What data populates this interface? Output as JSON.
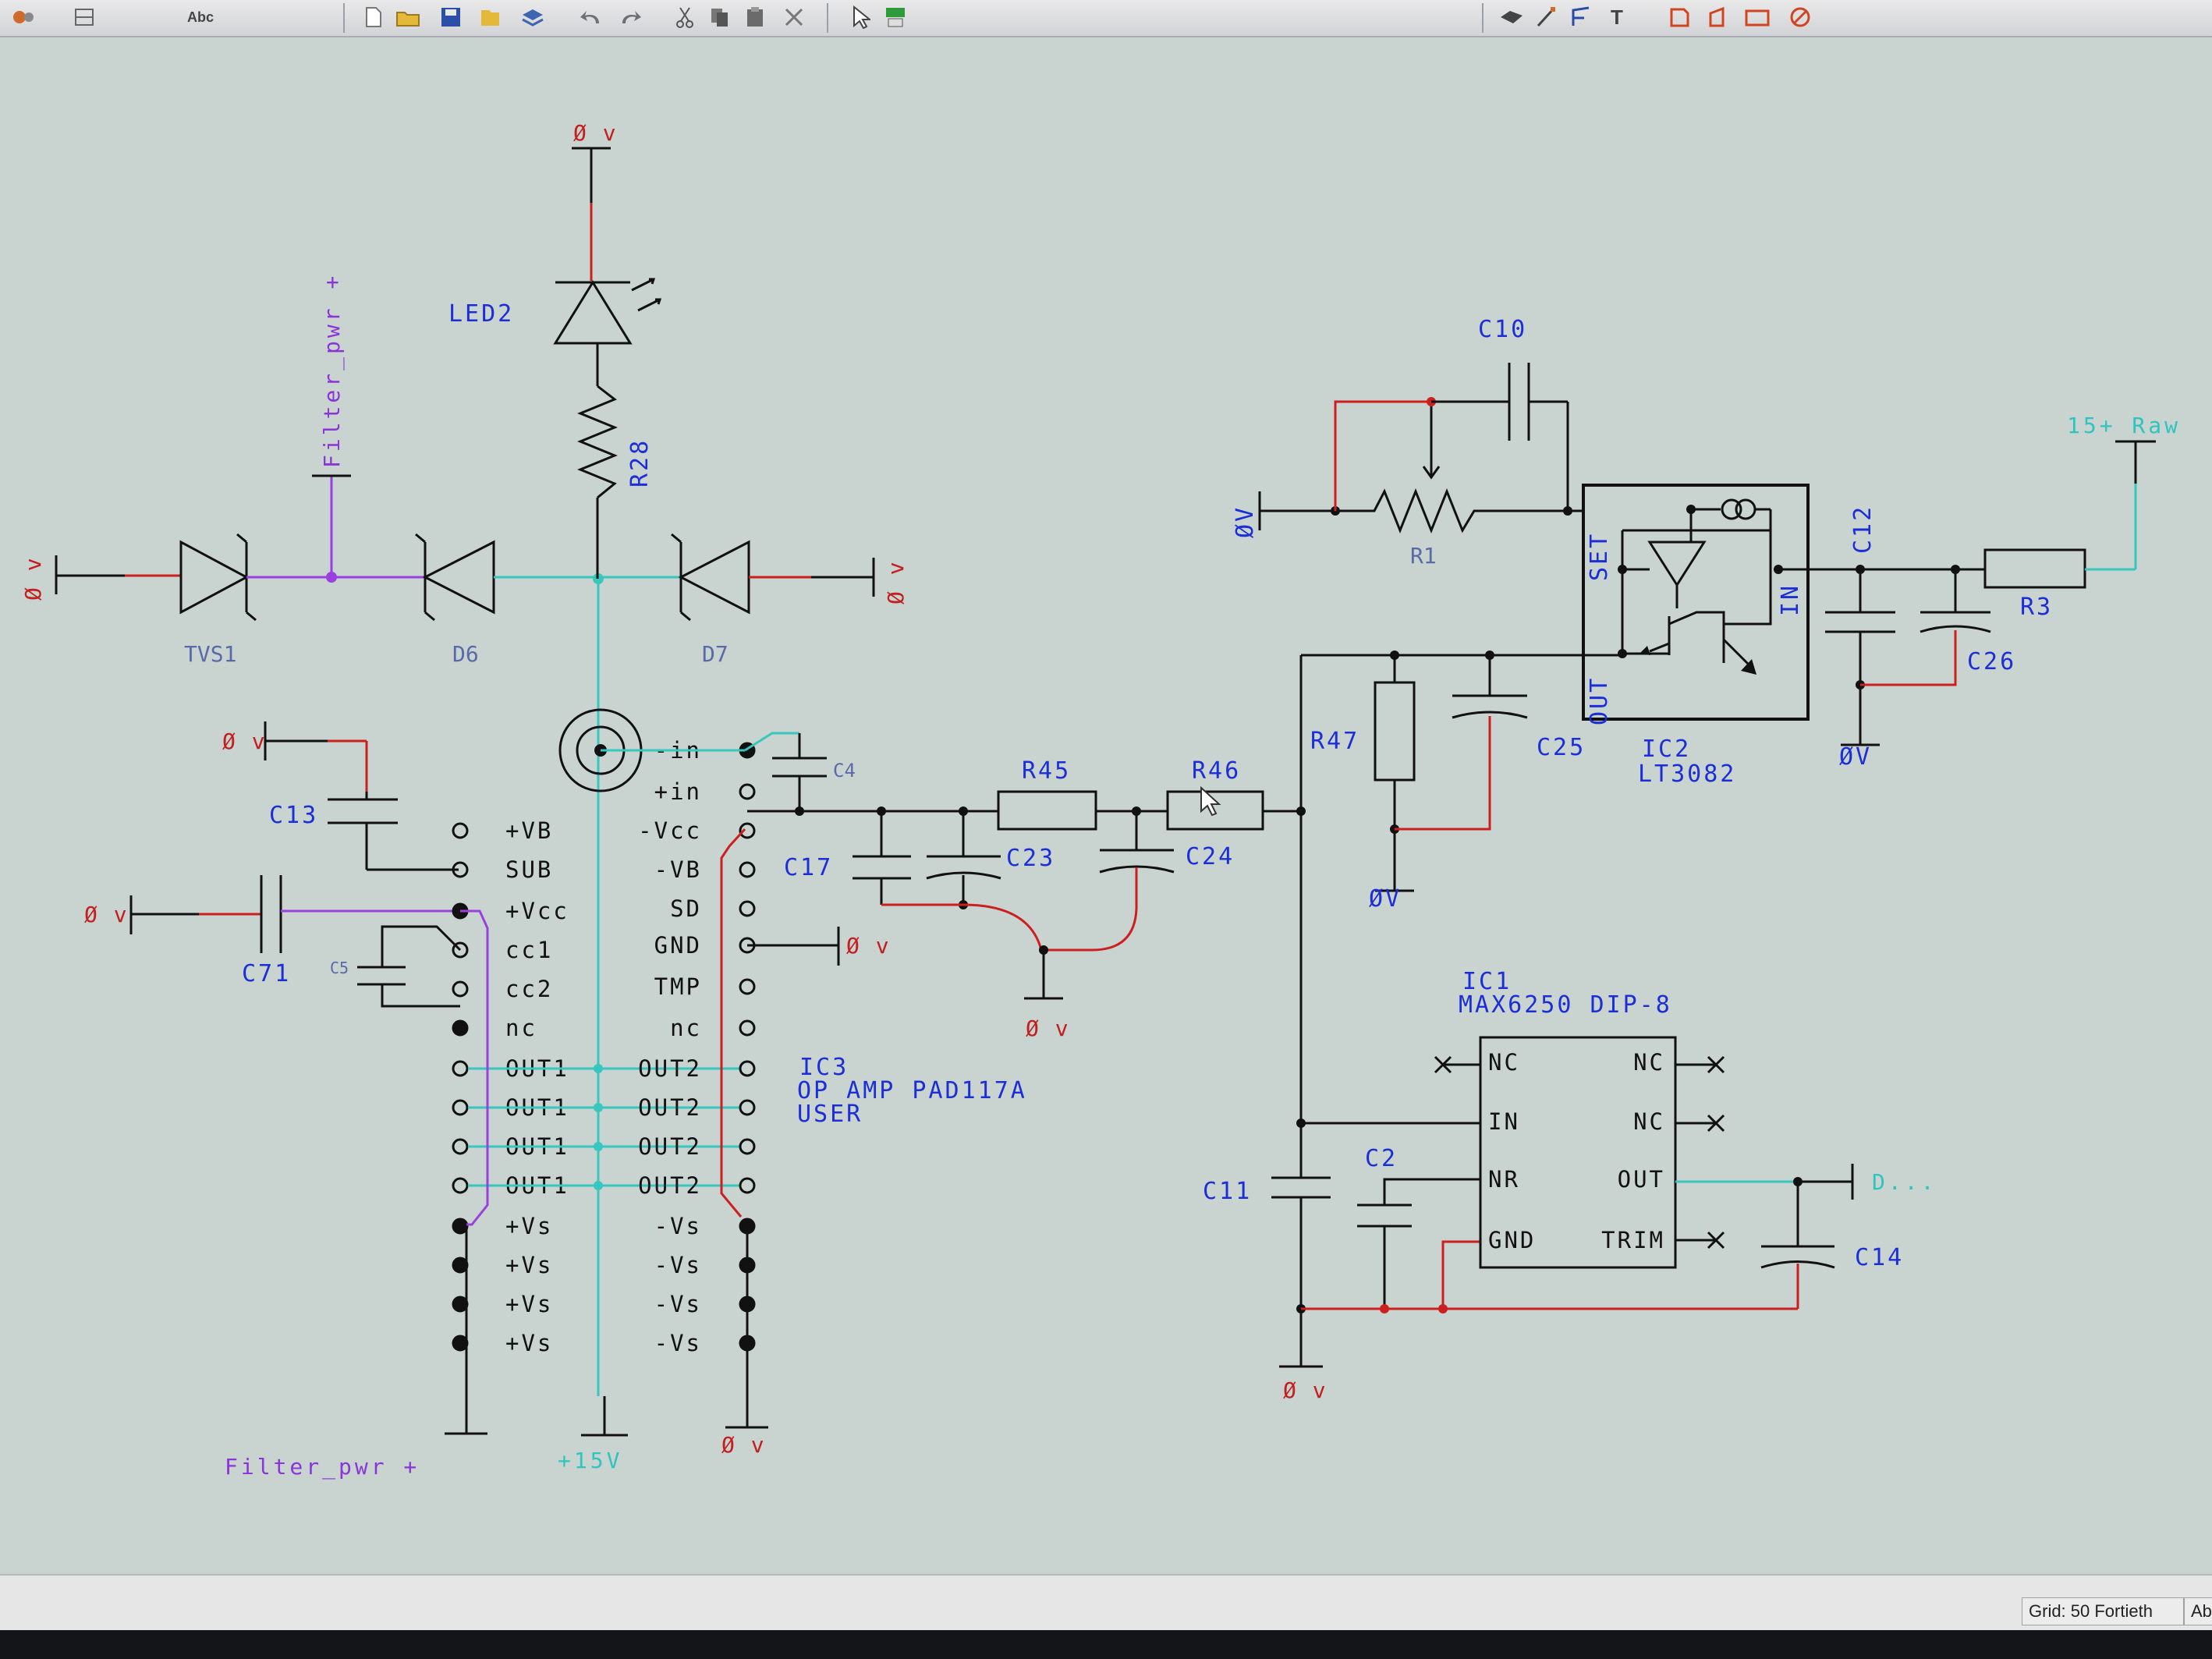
{
  "toolbar": {
    "icons": [
      "abc-text-icon",
      "grid-icon",
      "new-file-icon",
      "open-folder-icon",
      "save-icon",
      "save-as-icon",
      "library-icon",
      "undo-icon",
      "redo-icon",
      "cut-icon",
      "copy-icon",
      "paste-icon",
      "delete-icon",
      "select-arrow-icon",
      "component-icon",
      "wire-icon",
      "bus-icon",
      "poly-line-icon",
      "text-icon",
      "pin-icon",
      "net-icon",
      "rect-icon",
      "circle-icon"
    ],
    "abc_label": "Abc",
    "text_tool": "T"
  },
  "schematic": {
    "nets": {
      "gnd": "Ø v",
      "gnd_alt": "ØV",
      "filter_pwr": "Filter_pwr +",
      "plus15v": "+15V",
      "raw15": "15+ Raw",
      "out_net": "D..."
    },
    "components": {
      "led2": "LED2",
      "r28": "R28",
      "tvs1": "TVS1",
      "d6": "D6",
      "d7": "D7",
      "c13": "C13",
      "c71": "C71",
      "c5": "C5",
      "c4": "C4",
      "c17": "C17",
      "c23": "C23",
      "c24": "C24",
      "r45": "R45",
      "r46": "R46",
      "r47": "R47",
      "c25": "C25",
      "c10": "C10",
      "r1": "R1",
      "c12": "C12",
      "c26": "C26",
      "r3": "R3",
      "ic2_ref": "IC2",
      "ic2_part": "LT3082",
      "ic1_ref": "IC1",
      "ic1_part": "MAX6250 DIP-8",
      "c11": "C11",
      "c2": "C2",
      "c14": "C14",
      "ic3_ref": "IC3",
      "ic3_part": "OP AMP PAD117A",
      "ic3_user": "USER"
    },
    "ic2_pins": {
      "set": "SET",
      "out": "OUT",
      "in": "IN"
    },
    "ic3_pins_left": [
      "+VB",
      "SUB",
      "+Vcc",
      "cc1",
      "cc2",
      "nc",
      "OUT1",
      "OUT1",
      "OUT1",
      "OUT1",
      "+Vs",
      "+Vs",
      "+Vs",
      "+Vs"
    ],
    "ic3_pins_right": [
      "-in",
      "+in",
      "-Vcc",
      "-VB",
      "SD",
      "GND",
      "TMP",
      "nc",
      "OUT2",
      "OUT2",
      "OUT2",
      "OUT2",
      "-Vs",
      "-Vs",
      "-Vs",
      "-Vs"
    ],
    "ic1_pins_left": [
      "NC",
      "IN",
      "NR",
      "GND"
    ],
    "ic1_pins_right": [
      "NC",
      "NC",
      "OUT",
      "TRIM"
    ]
  },
  "statusbar": {
    "grid": "Grid: 50 Fortieth",
    "abs": "Ab"
  },
  "colors": {
    "canvas": "#c9d3cf",
    "component": "#111111",
    "label": "#1c2fd6",
    "wire_red": "#cc1f1f",
    "wire_cyan": "#38c7bf",
    "wire_purple": "#9a3fe0"
  }
}
